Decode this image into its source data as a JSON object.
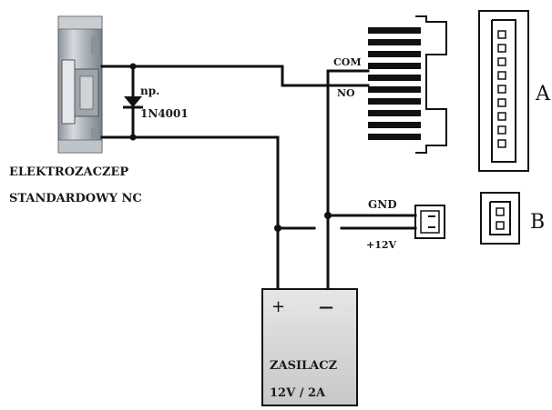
{
  "strike": {
    "diode_label_line1": "np.",
    "diode_label_line2": "1N4001",
    "title_line1": "ELEKTROZACZEP",
    "title_line2": "STANDARDOWY NC"
  },
  "relay": {
    "com_label": "COM",
    "no_label": "NO"
  },
  "power_connector": {
    "gnd_label": "GND",
    "v12_label": "+12V"
  },
  "connector_refs": {
    "a_label": "A",
    "b_label": "B"
  },
  "psu": {
    "plus_label": "+",
    "minus_label": "—",
    "name": "ZASILACZ",
    "rating": "12V / 2A"
  }
}
